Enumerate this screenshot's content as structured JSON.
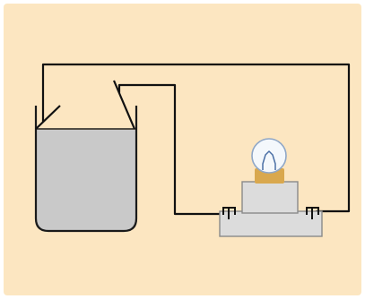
{
  "diagram": {
    "components": [
      "beaker-with-electrodes",
      "connecting-wire",
      "light-bulb",
      "bulb-socket"
    ]
  },
  "colors": {
    "background": "#FCE6C1",
    "page_border": "#FFFFFF",
    "wire": "#111111",
    "liquid": "#C9C9C9",
    "beaker_outline": "#1A1A1A",
    "socket_fill": "#DCDCDC",
    "socket_outline": "#8A8A8A",
    "bulb_glass": "#F4F8FC",
    "bulb_glass_outline": "#8FA7C7",
    "bulb_base": "#D9A84E",
    "filament": "#4A6FA5"
  }
}
